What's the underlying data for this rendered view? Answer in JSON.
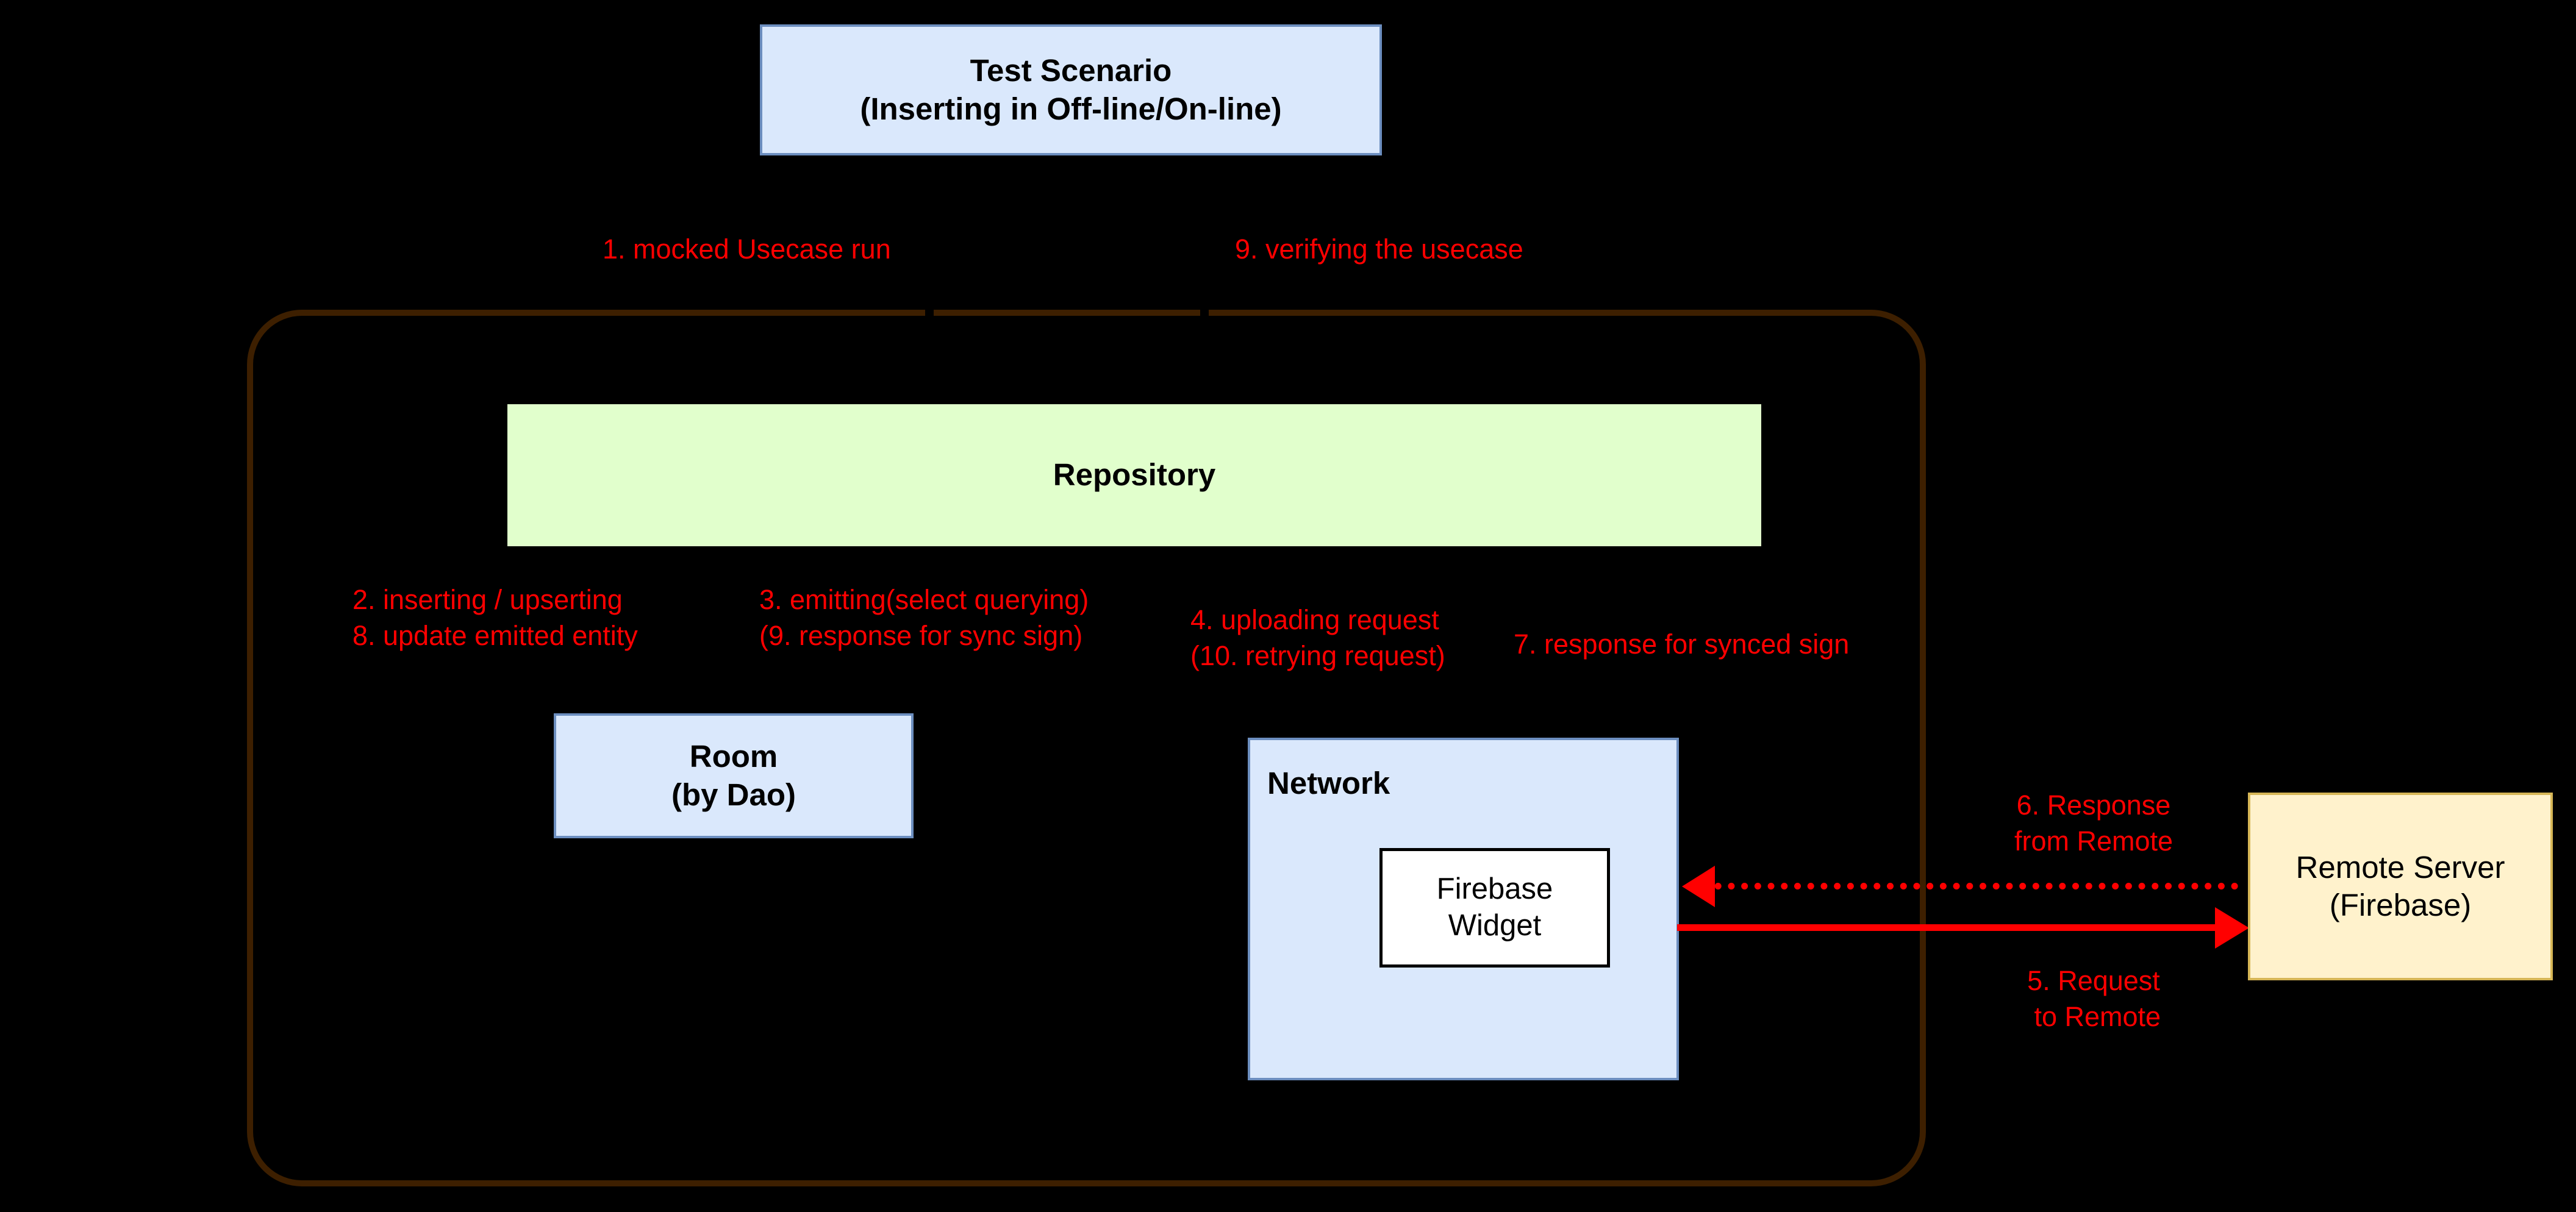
{
  "diagram": {
    "title": "Test Scenario architecture flow",
    "background_color": "#000000",
    "annotation_color": "#ff0000"
  },
  "nodes": {
    "test_scenario": {
      "line1": "Test Scenario",
      "line2": "(Inserting in Off-line/On-line)",
      "fill": "#dae8fc",
      "stroke": "#6c8ebf"
    },
    "repository": {
      "label": "Repository",
      "fill": "#e1ffcc"
    },
    "room": {
      "line1": "Room",
      "line2": "(by Dao)",
      "fill": "#dae8fc",
      "stroke": "#6c8ebf"
    },
    "network": {
      "label": "Network",
      "fill": "#dae8fc",
      "stroke": "#6c8ebf"
    },
    "firebase_widget": {
      "line1": "Firebase",
      "line2": "Widget",
      "fill": "#ffffff",
      "stroke": "#000000"
    },
    "remote_server": {
      "line1": "Remote Server",
      "line2": "(Firebase)",
      "fill": "#fff2cc",
      "stroke": "#d6b656"
    },
    "app_container": {
      "stroke": "#3d1f00"
    }
  },
  "annotations": {
    "step1": "1. mocked Usecase run",
    "step9": "9. verifying the usecase",
    "step2_8": "2. inserting / upserting\n8. update emitted entity",
    "step3": "3. emitting(select querying)\n(9. response for sync sign)",
    "step4_10": "4. uploading request\n(10. retrying request)",
    "step7": "7. response for synced sign",
    "step6": "6. Response\nfrom Remote",
    "step5": "5. Request\n to Remote"
  }
}
